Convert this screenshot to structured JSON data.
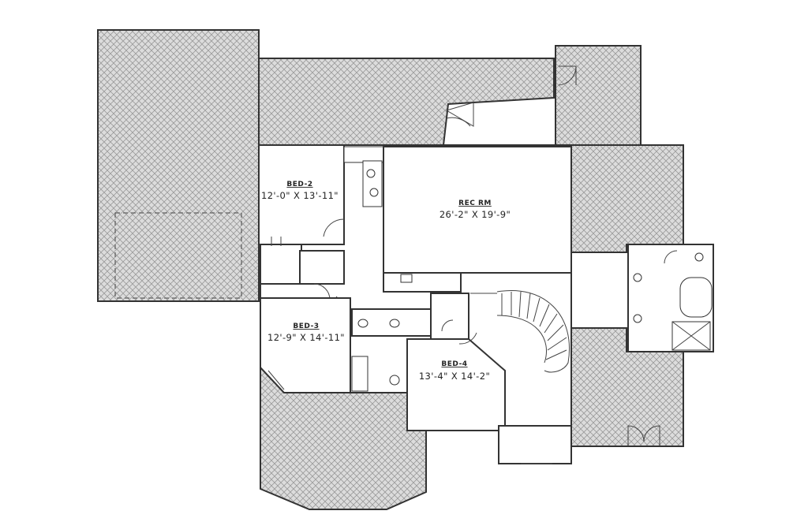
{
  "rooms": {
    "bed2": {
      "name": "BED-2",
      "dims": "12'-0\" X 13'-11\""
    },
    "rec": {
      "name": "REC RM",
      "dims": "26'-2\" X 19'-9\""
    },
    "bed3": {
      "name": "BED-3",
      "dims": "12'-9\" X 14'-11\""
    },
    "bed4": {
      "name": "BED-4",
      "dims": "13'-4\" X 14'-2\""
    }
  },
  "colors": {
    "wall": "#333333",
    "hatch_line": "#9a9a9a",
    "hatch_fill": "#d8d8d8",
    "background": "#ffffff"
  }
}
